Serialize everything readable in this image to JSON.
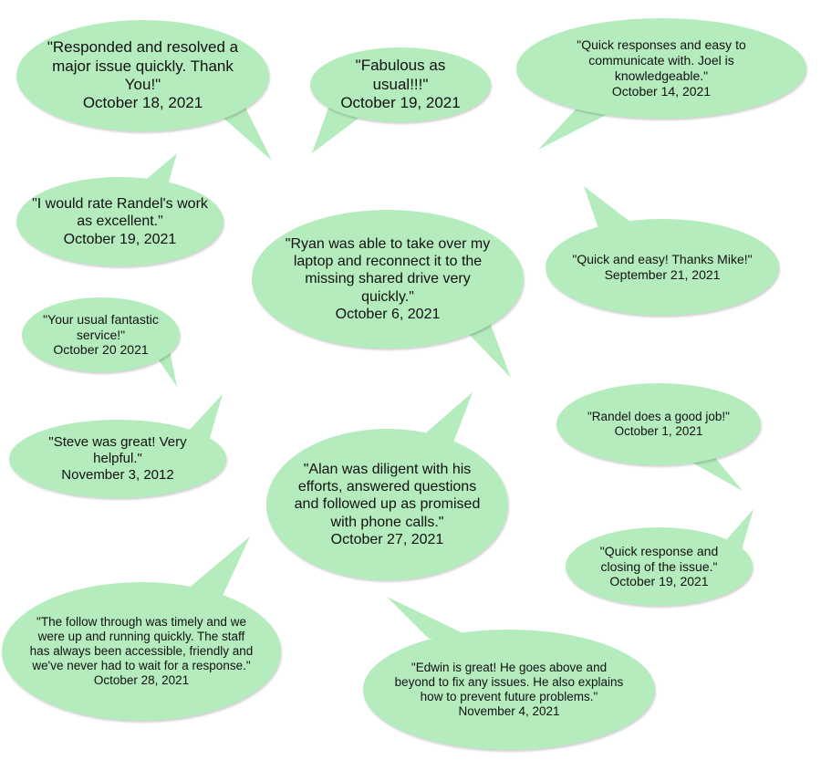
{
  "colors": {
    "bubble_fill": "#b5ecbd",
    "text": "#111111"
  },
  "testimonials": [
    {
      "quote": "\"Responded and resolved a major issue quickly. Thank You!\"",
      "date": "October 18, 2021"
    },
    {
      "quote": "\"Fabulous as usual!!!\"",
      "date": "October 19, 2021"
    },
    {
      "quote": "\"Quick responses and easy to communicate with.  Joel is knowledgeable.\"",
      "date": "October 14, 2021"
    },
    {
      "quote": "\"I would rate Randel's work as excellent.\"",
      "date": "October 19, 2021"
    },
    {
      "quote": "\"Ryan was able to take over my laptop and reconnect it to the missing shared drive very quickly.\"",
      "date": "October 6, 2021"
    },
    {
      "quote": "\"Quick and easy! Thanks Mike!\"",
      "date": "September 21, 2021"
    },
    {
      "quote": "\"Your usual fantastic service!\"",
      "date": "October 20 2021"
    },
    {
      "quote": "\"Steve was great! Very helpful.\"",
      "date": "November 3, 2012"
    },
    {
      "quote": "\"Randel does a good job!\"",
      "date": "October 1, 2021"
    },
    {
      "quote": "\"Alan was diligent with his efforts, answered questions and followed up as promised with phone calls.\"",
      "date": "October 27, 2021"
    },
    {
      "quote": "\"Quick response and closing of the issue.\"",
      "date": "October 19, 2021"
    },
    {
      "quote": "\"The follow through was timely and we were up and running quickly. The staff has always been accessible, friendly and we've never had to wait for a response.\"",
      "date": "October 28, 2021"
    },
    {
      "quote": "\"Edwin is great! He goes above and beyond to fix any issues. He also explains how to prevent future problems.\"",
      "date": "November 4, 2021"
    }
  ]
}
